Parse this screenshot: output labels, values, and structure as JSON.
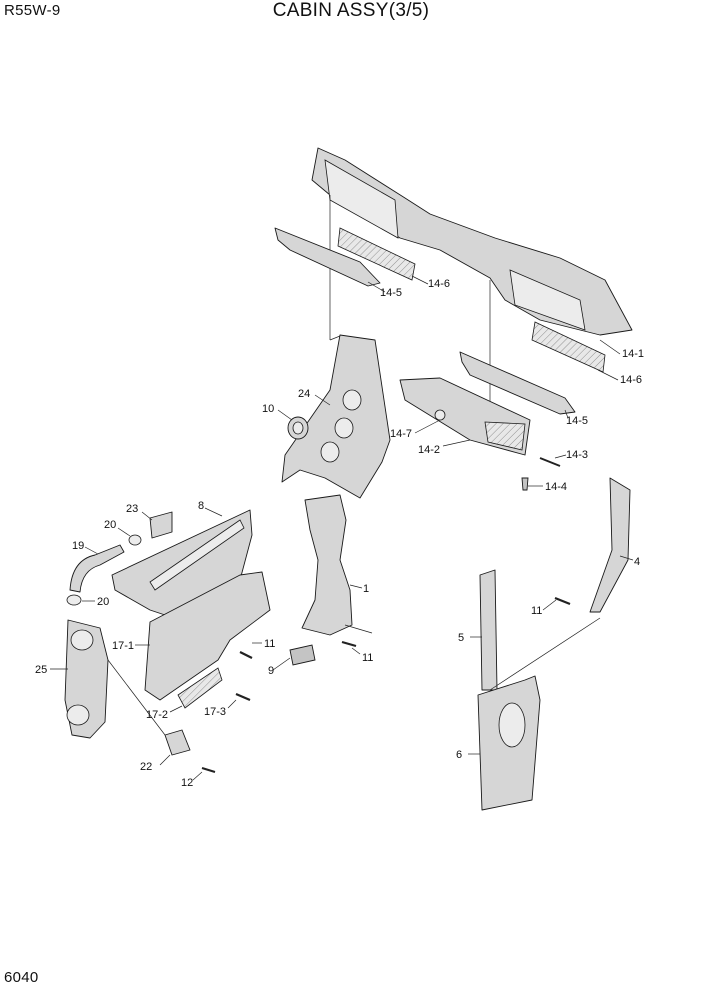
{
  "header": {
    "model": "R55W-9",
    "title": "CABIN ASSY(3/5)"
  },
  "footer": {
    "page_number": "6040"
  },
  "callouts": [
    "14-5",
    "14-6",
    "14-1",
    "14-6",
    "14-5",
    "14-3",
    "14-4",
    "14-7",
    "14-2",
    "24",
    "10",
    "23",
    "8",
    "20",
    "19",
    "20",
    "1",
    "4",
    "11",
    "5",
    "6",
    "25",
    "17-1",
    "11",
    "11",
    "9",
    "17-2",
    "17-3",
    "22",
    "12"
  ]
}
